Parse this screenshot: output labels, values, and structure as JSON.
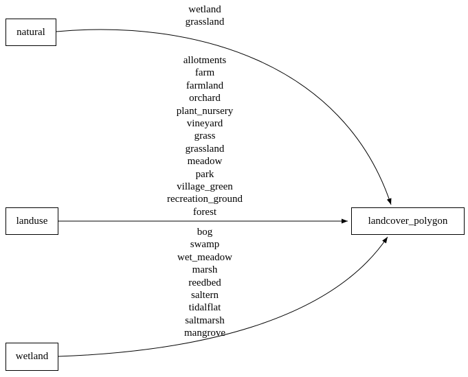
{
  "diagram": {
    "nodes": {
      "natural": {
        "label": "natural"
      },
      "landuse": {
        "label": "landuse"
      },
      "wetland": {
        "label": "wetland"
      },
      "landcover_polygon": {
        "label": "landcover_polygon"
      }
    },
    "edges": {
      "natural_to_landcover": {
        "from": "natural",
        "to": "landcover_polygon",
        "values": [
          "wetland",
          "grassland"
        ]
      },
      "landuse_to_landcover": {
        "from": "landuse",
        "to": "landcover_polygon",
        "values": [
          "allotments",
          "farm",
          "farmland",
          "orchard",
          "plant_nursery",
          "vineyard",
          "grass",
          "grassland",
          "meadow",
          "park",
          "village_green",
          "recreation_ground",
          "forest"
        ]
      },
      "wetland_to_landcover": {
        "from": "wetland",
        "to": "landcover_polygon",
        "values": [
          "bog",
          "swamp",
          "wet_meadow",
          "marsh",
          "reedbed",
          "saltern",
          "tidalflat",
          "saltmarsh",
          "mangrove"
        ]
      }
    },
    "colors": {
      "stroke": "#000000",
      "background": "#ffffff"
    }
  }
}
